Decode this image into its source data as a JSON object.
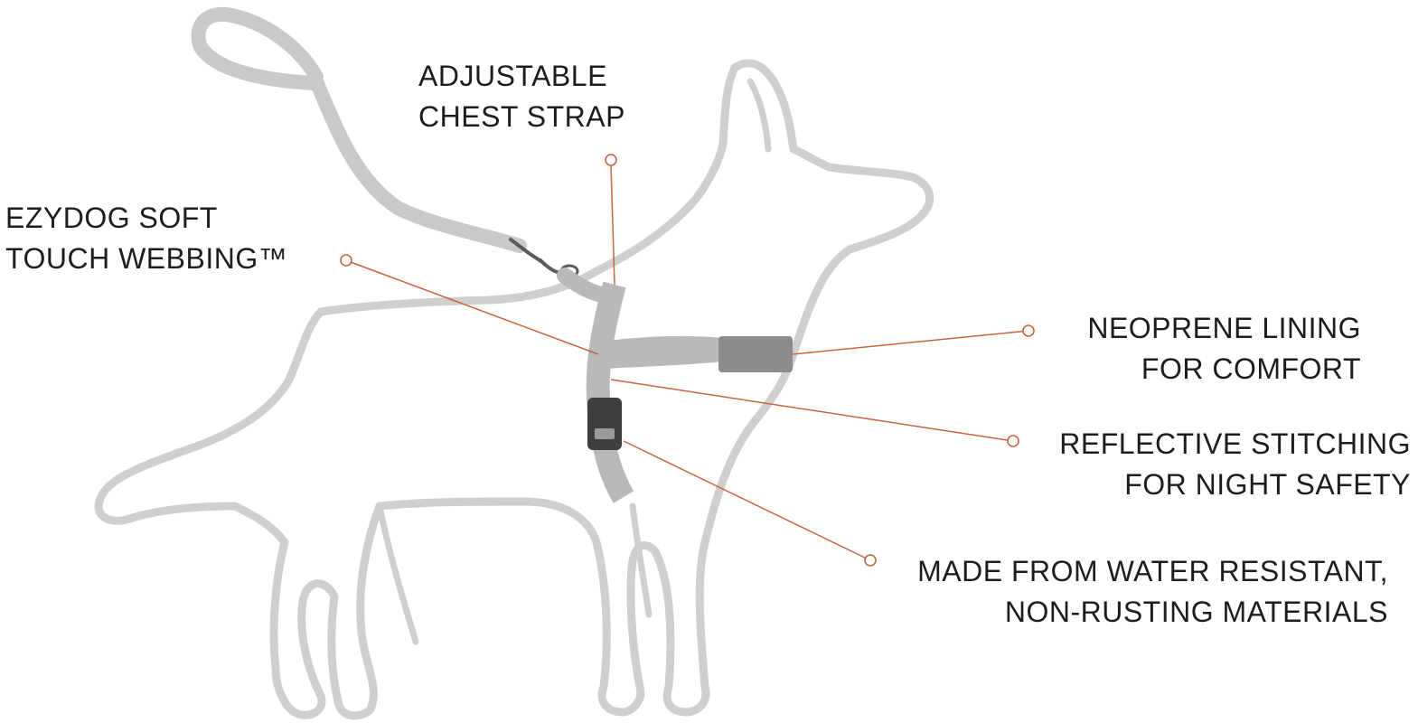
{
  "colors": {
    "callout": "#c8633f",
    "dog_outline": "#cfcfcf",
    "harness": "#b9b9b9",
    "neoprene": "#8c8c8c",
    "buckle": "#3f3f3f",
    "text": "#1d1d1b"
  },
  "callouts": {
    "chest_strap": {
      "line1": "ADJUSTABLE",
      "line2": "CHEST STRAP"
    },
    "webbing": {
      "line1": "EZYDOG SOFT",
      "line2": "TOUCH WEBBING™"
    },
    "neoprene": {
      "line1": "NEOPRENE LINING",
      "line2": "FOR COMFORT"
    },
    "reflective": {
      "line1": "REFLECTIVE STITCHING",
      "line2": "FOR NIGHT SAFETY"
    },
    "materials": {
      "line1": "MADE FROM WATER RESISTANT,",
      "line2": "NON-RUSTING MATERIALS"
    }
  }
}
